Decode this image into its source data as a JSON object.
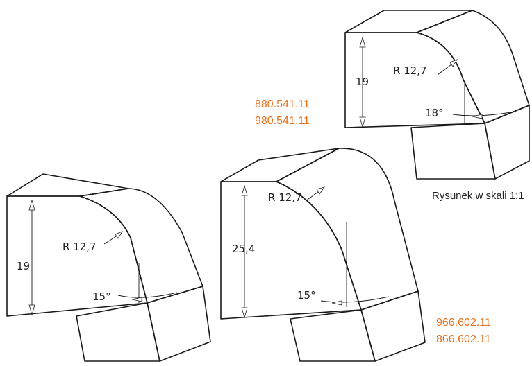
{
  "product_codes": {
    "top": [
      "880.541.11",
      "980.541.11"
    ],
    "bottom": [
      "966.602.11",
      "866.602.11"
    ]
  },
  "scale_note": "Rysunek w skali 1:1",
  "profiles": [
    {
      "id": "top-right",
      "height": "19",
      "radius": "R 12,7",
      "angle": "18°"
    },
    {
      "id": "bottom-left",
      "height": "19",
      "radius": "R 12,7",
      "angle": "15°"
    },
    {
      "id": "bottom-center",
      "height": "25,4",
      "radius": "R 12,7",
      "angle": "15°"
    }
  ],
  "colors": {
    "accent": "#e8711f",
    "stone": "#dcdcdc",
    "outline": "#1a1a1a"
  }
}
